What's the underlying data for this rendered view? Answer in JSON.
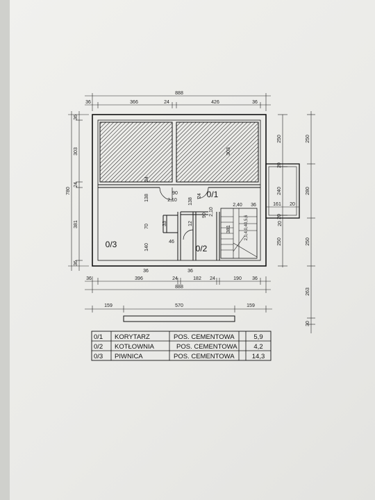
{
  "plan": {
    "top_overall": "888",
    "top_segments": [
      "36",
      "366",
      "24",
      "426",
      "36"
    ],
    "bottom_segments": [
      "36",
      "396",
      "24",
      "182",
      "24",
      "190",
      "36"
    ],
    "bottom_overall": "888",
    "slab_segments": [
      "159",
      "570",
      "159"
    ],
    "left_overall": "780",
    "left_segments": [
      "36",
      "303",
      "24",
      "381",
      "36"
    ],
    "right_segments": [
      "250",
      "20",
      "240",
      "20",
      "250"
    ],
    "far_right_segments": [
      "250",
      "280",
      "250",
      "263",
      "30"
    ],
    "porch_dims": [
      "161",
      "20"
    ],
    "interior_labels": [
      "303",
      "24",
      "90",
      "2,10",
      "138",
      "138",
      "2,10",
      "90",
      "24",
      "2,40",
      "36",
      "70",
      "140",
      "33",
      "12",
      "46",
      "36",
      "36",
      "381",
      "20",
      "2,0,4,0,40,5,6"
    ],
    "room_labels": [
      "0/1",
      "0/2",
      "0/3"
    ]
  },
  "rooms_table": {
    "rows": [
      {
        "id": "0/1",
        "name": "KORYTARZ",
        "floor": "POS. CEMENTOWA",
        "area": "5,9"
      },
      {
        "id": "0/2",
        "name": "KOTŁOWNIA",
        "floor": "POS. CEMENTOWA",
        "area": "4,2"
      },
      {
        "id": "0/3",
        "name": "PIWNICA",
        "floor": "POS. CEMENTOWA",
        "area": "14,3"
      }
    ]
  },
  "colors": {
    "paper": "#eeeeeb",
    "ink": "#111111",
    "background": "#cfd0cc"
  }
}
